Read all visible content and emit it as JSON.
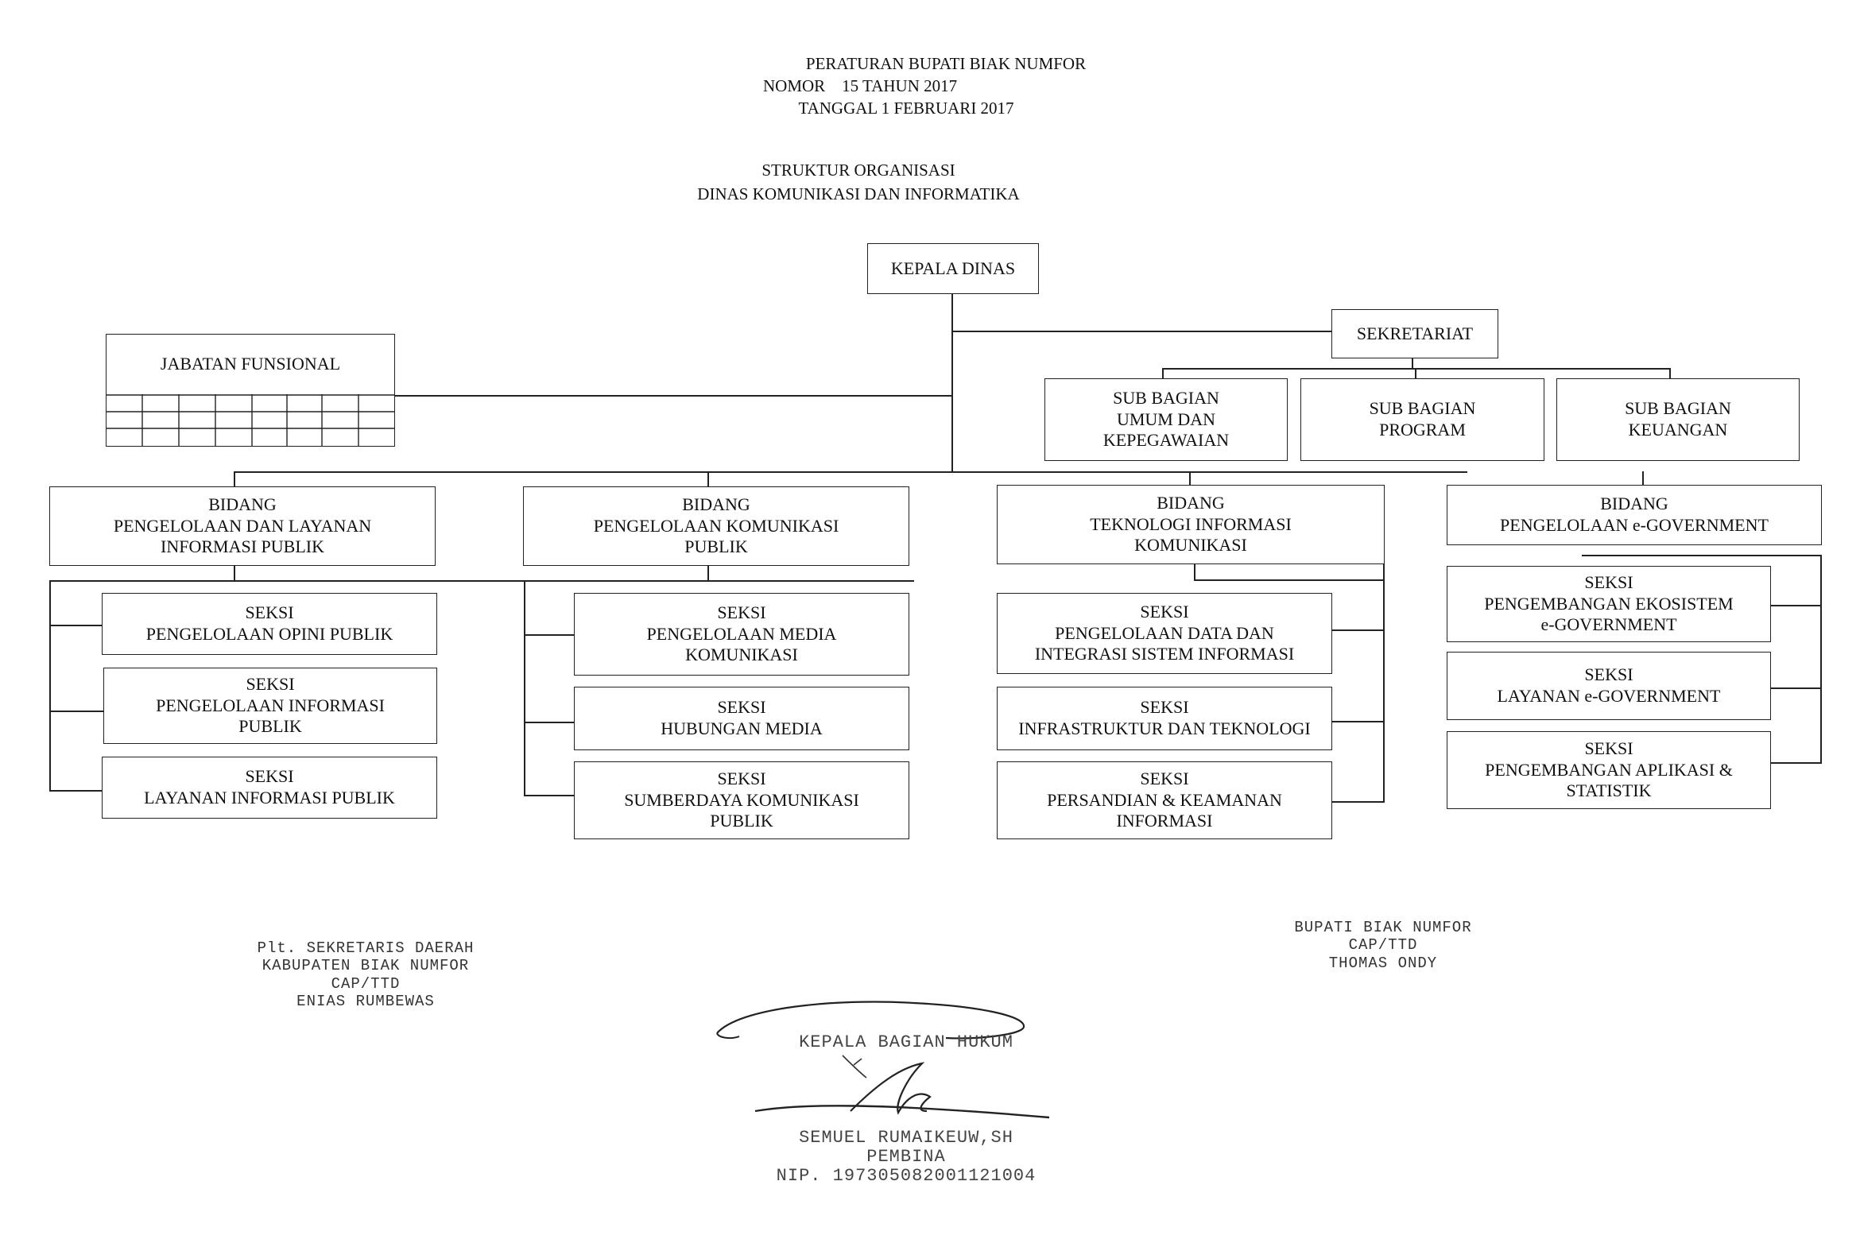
{
  "header": {
    "line1": "PERATURAN BUPATI BIAK NUMFOR",
    "line2": "NOMOR    15 TAHUN 2017",
    "line3": "TANGGAL 1 FEBRUARI 2017"
  },
  "title": {
    "line1": "STRUKTUR ORGANISASI",
    "line2": "DINAS KOMUNIKASI DAN INFORMATIKA"
  },
  "org": {
    "kepala": "KEPALA DINAS",
    "sekretariat": "SEKRETARIAT",
    "jabatan": "JABATAN FUNSIONAL",
    "sub_umum": "SUB BAGIAN\nUMUM DAN\nKEPEGAWAIAN",
    "sub_program": "SUB BAGIAN\nPROGRAM",
    "sub_keuangan": "SUB BAGIAN\nKEUANGAN",
    "bidang1": "BIDANG\nPENGELOLAAN DAN LAYANAN\nINFORMASI PUBLIK",
    "bidang2": "BIDANG\nPENGELOLAAN KOMUNIKASI\nPUBLIK",
    "bidang3": "BIDANG\nTEKNOLOGI INFORMASI\nKOMUNIKASI",
    "bidang4": "BIDANG\nPENGELOLAAN e-GOVERNMENT",
    "s1a": "SEKSI\nPENGELOLAAN OPINI PUBLIK",
    "s1b": "SEKSI\nPENGELOLAAN INFORMASI\nPUBLIK",
    "s1c": "SEKSI\nLAYANAN INFORMASI PUBLIK",
    "s2a": "SEKSI\nPENGELOLAAN MEDIA\nKOMUNIKASI",
    "s2b": "SEKSI\nHUBUNGAN MEDIA",
    "s2c": "SEKSI\nSUMBERDAYA KOMUNIKASI\nPUBLIK",
    "s3a": "SEKSI\nPENGELOLAAN DATA DAN\nINTEGRASI SISTEM INFORMASI",
    "s3b": "SEKSI\nINFRASTRUKTUR DAN TEKNOLOGI",
    "s3c": "SEKSI\nPERSANDIAN & KEAMANAN\nINFORMASI",
    "s4a": "SEKSI\nPENGEMBANGAN EKOSISTEM\ne-GOVERNMENT",
    "s4b": "SEKSI\nLAYANAN e-GOVERNMENT",
    "s4c": "SEKSI\nPENGEMBANGAN APLIKASI &\nSTATISTIK"
  },
  "signatures": {
    "left": "Plt. SEKRETARIS DAERAH\nKABUPATEN BIAK NUMFOR\nCAP/TTD\nENIAS RUMBEWAS",
    "right": "BUPATI BIAK NUMFOR\nCAP/TTD\nTHOMAS ONDY",
    "center_title": "KEPALA BAGIAN HUKUM",
    "center_name": "SEMUEL RUMAIKEUW,SH\nPEMBINA\nNIP. 197305082001121004"
  }
}
